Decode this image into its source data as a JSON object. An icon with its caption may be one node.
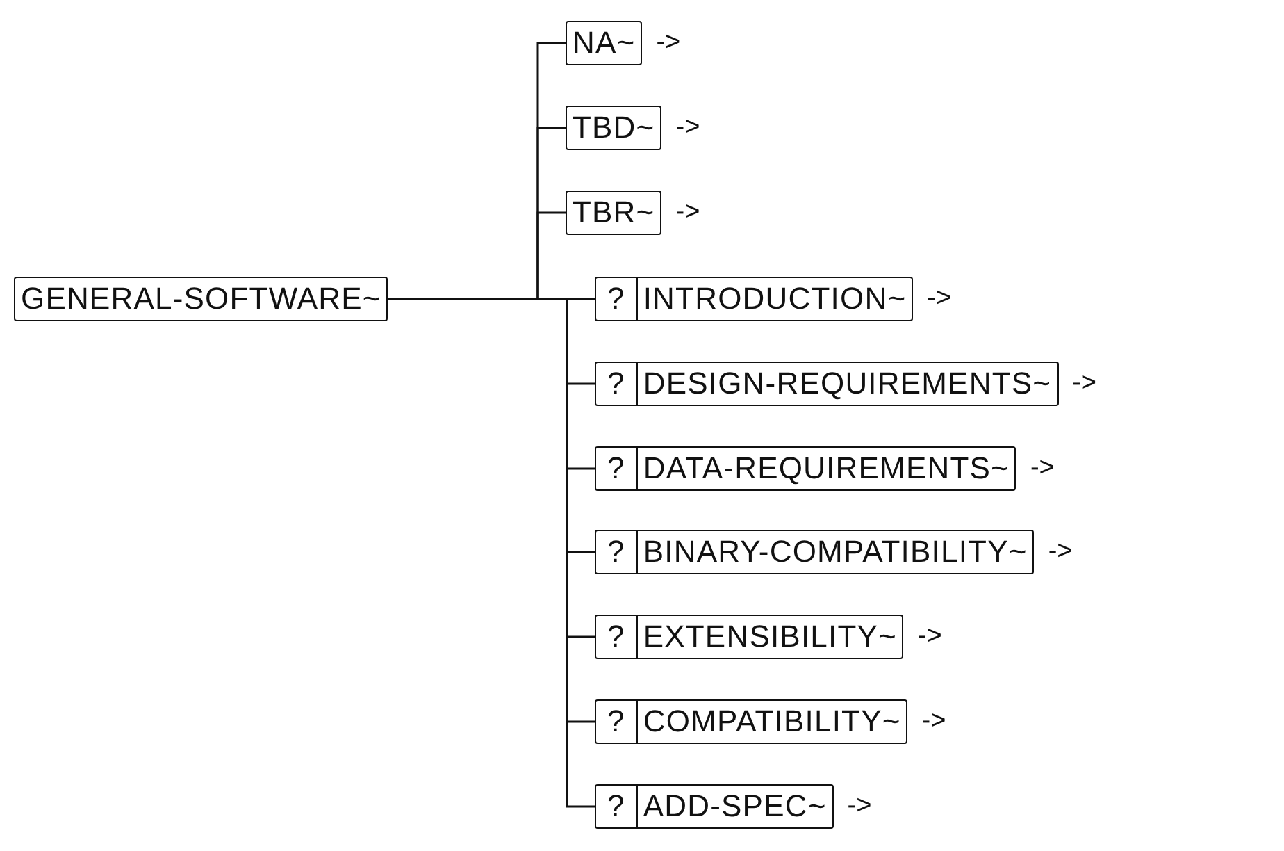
{
  "diagram": {
    "nodes": [
      {
        "text": [
          "GENERAL-SOFTWARE~"
        ]
      },
      {
        "text": [
          "NA~"
        ],
        "beside": [
          "->"
        ]
      },
      {
        "text": [
          "TBD~"
        ],
        "beside": [
          "->"
        ]
      },
      {
        "text": [
          "TBR~"
        ],
        "beside": [
          "->"
        ]
      },
      {
        "text": [
          "?",
          "INTRODUCTION~"
        ],
        "beside": [
          "->"
        ]
      },
      {
        "text": [
          "?",
          "DESIGN-REQUIREMENTS~"
        ],
        "beside": [
          "->"
        ]
      },
      {
        "text": [
          "?",
          "DATA-REQUIREMENTS~"
        ],
        "beside": [
          "->"
        ]
      },
      {
        "text": [
          "?",
          "BINARY-COMPATIBILITY~"
        ],
        "beside": [
          "->"
        ]
      },
      {
        "text": [
          "?",
          "EXTENSIBILITY~"
        ],
        "beside": [
          "->"
        ]
      },
      {
        "text": [
          "?",
          "COMPATIBILITY~"
        ],
        "beside": [
          "->"
        ]
      },
      {
        "text": [
          "?",
          "ADD-SPEC~"
        ],
        "beside": [
          "->"
        ]
      }
    ],
    "edges": [
      {
        "from": 0,
        "to": 1,
        "arrow": "none"
      },
      {
        "from": 0,
        "to": 2,
        "arrow": "none"
      },
      {
        "from": 0,
        "to": 3,
        "arrow": "none"
      },
      {
        "from": 0,
        "to": 4,
        "arrow": "none"
      },
      {
        "from": 0,
        "to": 5,
        "arrow": "none"
      },
      {
        "from": 0,
        "to": 6,
        "arrow": "none"
      },
      {
        "from": 0,
        "to": 7,
        "arrow": "none"
      },
      {
        "from": 0,
        "to": 8,
        "arrow": "none"
      },
      {
        "from": 0,
        "to": 9,
        "arrow": "none"
      },
      {
        "from": 0,
        "to": 10,
        "arrow": "none"
      }
    ]
  }
}
